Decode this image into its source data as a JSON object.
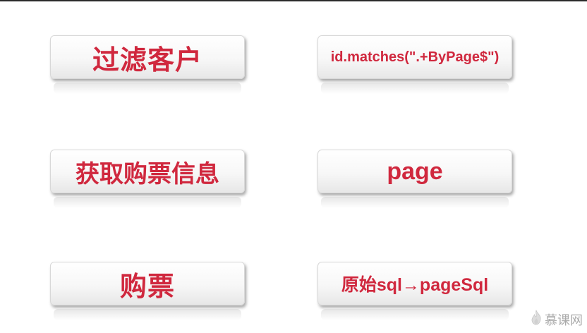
{
  "cards": [
    {
      "id": "filter",
      "label": "过滤客户"
    },
    {
      "id": "id",
      "label": "id.matches(\".+ByPage$\")"
    },
    {
      "id": "getinfo",
      "label": "获取购票信息"
    },
    {
      "id": "page",
      "label": "page"
    },
    {
      "id": "buy",
      "label": "购票"
    },
    {
      "id": "sql",
      "label": "原始sql→pageSql"
    }
  ],
  "watermark": {
    "text": "慕课网",
    "icon": "flame-icon"
  },
  "colors": {
    "label": "#d0283e",
    "card_top": "#ffffff",
    "card_bottom": "#e7e7e7",
    "top_bar": "#2a2a2a"
  }
}
